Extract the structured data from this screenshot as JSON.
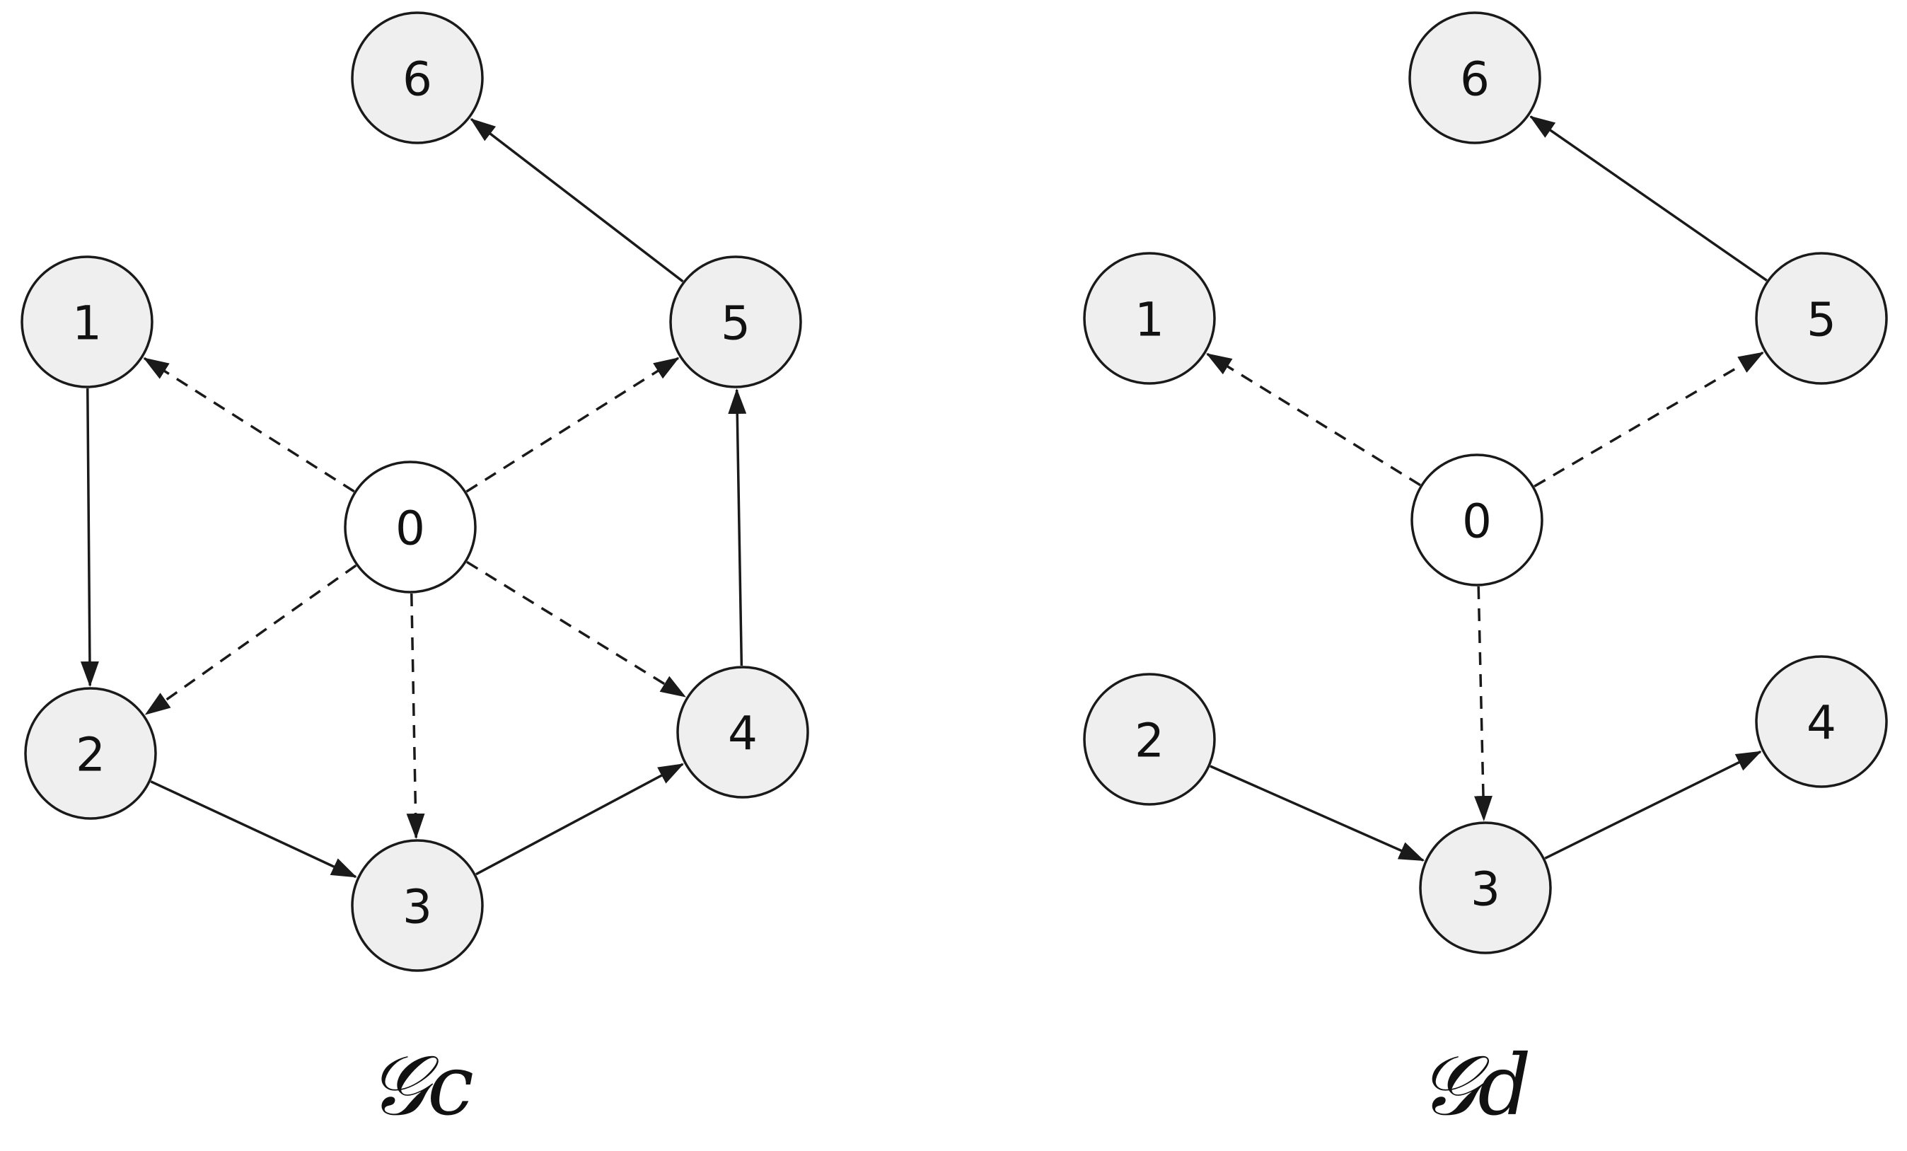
{
  "colors": {
    "node_fill": "#efefef",
    "root_fill": "#ffffff",
    "stroke": "#1a1a1a",
    "background": "#ffffff"
  },
  "edge_styles": {
    "solid": "solid",
    "dashed": "dashed"
  },
  "graphs": [
    {
      "id": "gc",
      "caption": "𝒢c",
      "nodes": [
        {
          "id": "0",
          "label": "0",
          "root": true
        },
        {
          "id": "1",
          "label": "1"
        },
        {
          "id": "2",
          "label": "2"
        },
        {
          "id": "3",
          "label": "3"
        },
        {
          "id": "4",
          "label": "4"
        },
        {
          "id": "5",
          "label": "5"
        },
        {
          "id": "6",
          "label": "6"
        }
      ],
      "edges": [
        {
          "from": "0",
          "to": "1",
          "style": "dashed"
        },
        {
          "from": "0",
          "to": "5",
          "style": "dashed"
        },
        {
          "from": "0",
          "to": "2",
          "style": "dashed"
        },
        {
          "from": "0",
          "to": "3",
          "style": "dashed"
        },
        {
          "from": "0",
          "to": "4",
          "style": "dashed"
        },
        {
          "from": "1",
          "to": "2",
          "style": "solid"
        },
        {
          "from": "2",
          "to": "3",
          "style": "solid"
        },
        {
          "from": "3",
          "to": "4",
          "style": "solid"
        },
        {
          "from": "4",
          "to": "5",
          "style": "solid"
        },
        {
          "from": "5",
          "to": "6",
          "style": "solid"
        }
      ]
    },
    {
      "id": "gd",
      "caption": "𝒢d",
      "nodes": [
        {
          "id": "0",
          "label": "0",
          "root": true
        },
        {
          "id": "1",
          "label": "1"
        },
        {
          "id": "2",
          "label": "2"
        },
        {
          "id": "3",
          "label": "3"
        },
        {
          "id": "4",
          "label": "4"
        },
        {
          "id": "5",
          "label": "5"
        },
        {
          "id": "6",
          "label": "6"
        }
      ],
      "edges": [
        {
          "from": "0",
          "to": "1",
          "style": "dashed"
        },
        {
          "from": "0",
          "to": "5",
          "style": "dashed"
        },
        {
          "from": "0",
          "to": "3",
          "style": "dashed"
        },
        {
          "from": "2",
          "to": "3",
          "style": "solid"
        },
        {
          "from": "3",
          "to": "4",
          "style": "solid"
        },
        {
          "from": "5",
          "to": "6",
          "style": "solid"
        }
      ]
    }
  ]
}
